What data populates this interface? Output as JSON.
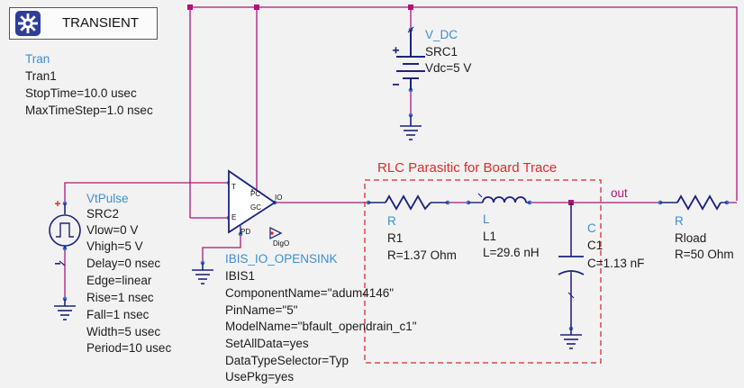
{
  "transient_block": {
    "title": "TRANSIENT",
    "lines": [
      "Tran",
      "Tran1",
      "StopTime=10.0 usec",
      "MaxTimeStep=1.0 nsec"
    ]
  },
  "vdc": {
    "lines": [
      "V_DC",
      "SRC1",
      "Vdc=5 V"
    ]
  },
  "vtpulse": {
    "lines": [
      "VtPulse",
      "SRC2",
      "Vlow=0 V",
      "Vhigh=5 V",
      "Delay=0 nsec",
      "Edge=linear",
      "Rise=1 nsec",
      "Fall=1 nsec",
      "Width=5 usec",
      "Period=10 usec"
    ]
  },
  "ibis": {
    "pins": {
      "t": "T",
      "e": "E",
      "pc": "PC",
      "gc": "GC",
      "pd": "PD",
      "io": "IO"
    },
    "lines": [
      "IBIS_IO_OPENSINK",
      "IBIS1",
      "ComponentName=\"adum4146\"",
      "PinName=\"5\"",
      "ModelName=\"bfault_opendrain_c1\"",
      "SetAllData=yes",
      "DataTypeSelector=Typ",
      "UsePkg=yes"
    ]
  },
  "digo": "DigO",
  "rlc_title": "RLC Parasitic for Board Trace",
  "r1": {
    "lines": [
      "R",
      "R1",
      "R=1.37 Ohm"
    ]
  },
  "l1": {
    "lines": [
      "L",
      "L1",
      "L=29.6 nH"
    ]
  },
  "c1": {
    "lines": [
      "C",
      "C1",
      "C=1.13 nF"
    ]
  },
  "rload": {
    "lines": [
      "R",
      "Rload",
      "R=50 Ohm"
    ]
  },
  "net_out": "out",
  "colors": {
    "wire": "#b0147a",
    "pin_dot": "#3d6fc4",
    "symbol": "#1a237e",
    "name_text": "#3b8fd6",
    "rlc_box": "#e02a2a",
    "transient_border": "#555555"
  }
}
